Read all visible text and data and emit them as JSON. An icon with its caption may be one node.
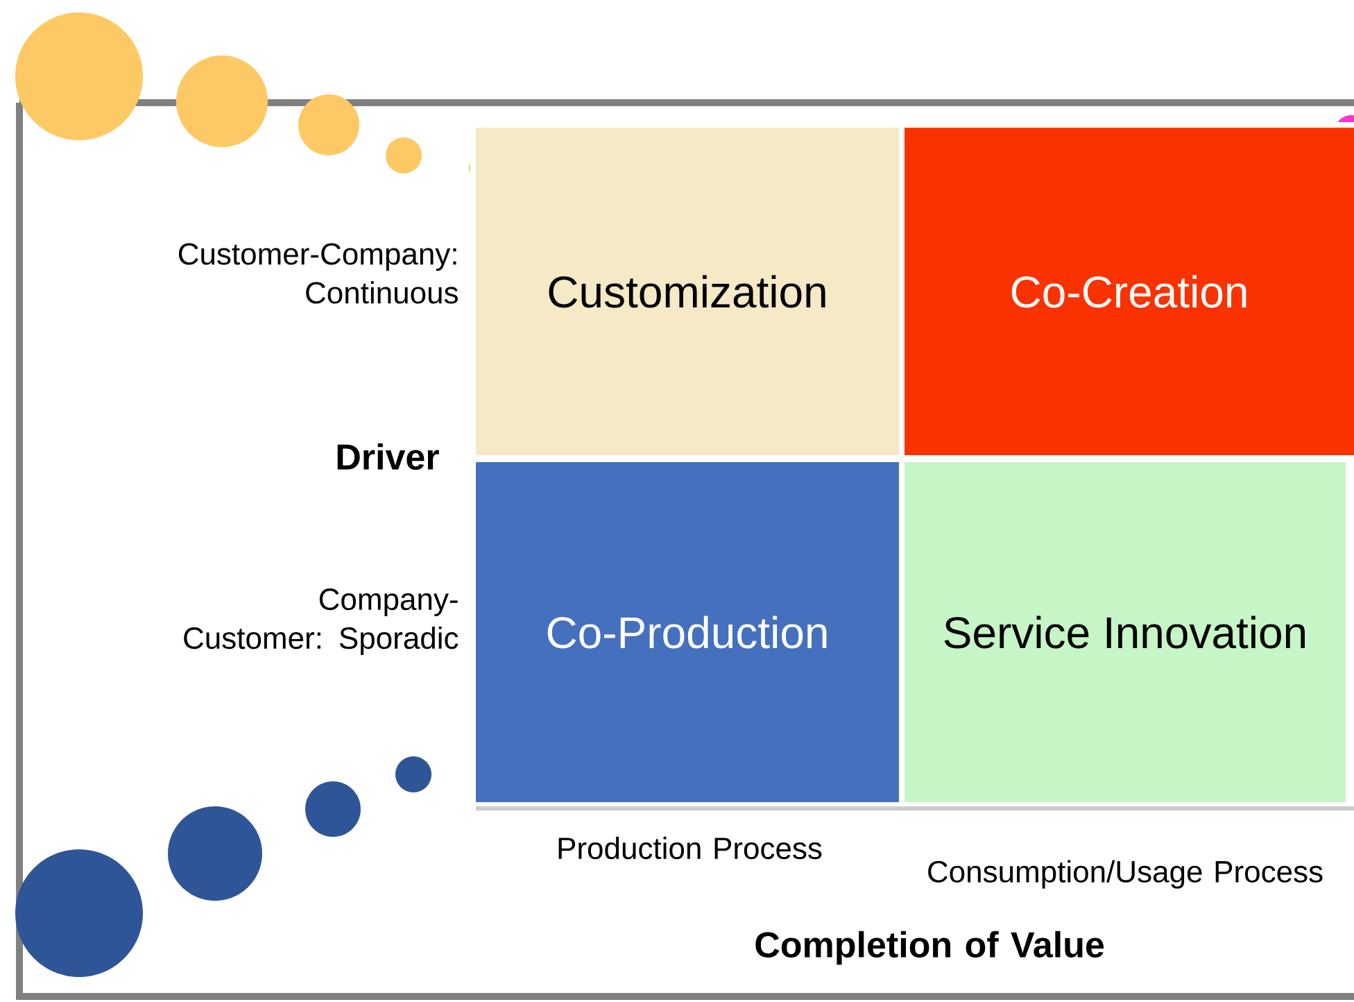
{
  "diagram": {
    "nodes": [
      {
        "text": [
          "Customization"
        ]
      },
      {
        "text": [
          "Co-Creation"
        ]
      },
      {
        "text": [
          "Co-Production"
        ]
      },
      {
        "text": [
          "Service Innovation"
        ]
      }
    ],
    "labels": [
      "Customer-Company: Continuous",
      "Driver",
      "Company-Customer: Sporadic",
      "Production Process",
      "Consumption/Usage Process",
      "Completion of Value"
    ]
  }
}
